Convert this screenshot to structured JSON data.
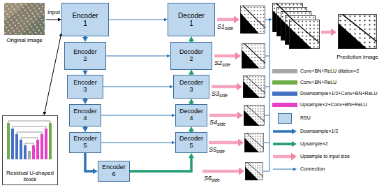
{
  "diagram": {
    "nodes": [
      {
        "text": [
          "Original image"
        ]
      },
      {
        "text": [
          "Encoder 1"
        ]
      },
      {
        "text": [
          "Encoder 2"
        ]
      },
      {
        "text": [
          "Encoder 3"
        ]
      },
      {
        "text": [
          "Encoder 4"
        ]
      },
      {
        "text": [
          "Encoder 5"
        ]
      },
      {
        "text": [
          "Encoder 6"
        ]
      },
      {
        "text": [
          "Decoder 1"
        ]
      },
      {
        "text": [
          "Decoder 2"
        ]
      },
      {
        "text": [
          "Decoder 3"
        ]
      },
      {
        "text": [
          "Decoder 4"
        ]
      },
      {
        "text": [
          "Decoder 5"
        ]
      },
      {
        "text": [
          "Prediction image"
        ]
      },
      {
        "text": [
          "Residual U-shaped block"
        ]
      }
    ],
    "edges": [
      {
        "from": 0,
        "to": 1,
        "arrow": "to",
        "label": "Input"
      },
      {
        "from": 1,
        "to": 2,
        "arrow": "to"
      },
      {
        "from": 2,
        "to": 3,
        "arrow": "to"
      },
      {
        "from": 3,
        "to": 4,
        "arrow": "to"
      },
      {
        "from": 4,
        "to": 5,
        "arrow": "to"
      },
      {
        "from": 5,
        "to": 6,
        "arrow": "to"
      },
      {
        "from": 6,
        "to": 11,
        "arrow": "to"
      },
      {
        "from": 11,
        "to": 10,
        "arrow": "to"
      },
      {
        "from": 10,
        "to": 9,
        "arrow": "to"
      },
      {
        "from": 9,
        "to": 8,
        "arrow": "to"
      },
      {
        "from": 8,
        "to": 7,
        "arrow": "to"
      },
      {
        "from": 1,
        "to": 7,
        "arrow": "to"
      },
      {
        "from": 2,
        "to": 8,
        "arrow": "to"
      },
      {
        "from": 3,
        "to": 9,
        "arrow": "to"
      },
      {
        "from": 4,
        "to": 10,
        "arrow": "to"
      },
      {
        "from": 5,
        "to": 11,
        "arrow": "to"
      },
      {
        "from": 13,
        "to": 1,
        "arrow": "both"
      }
    ],
    "labels": [
      "S1side",
      "S2side",
      "S3side",
      "S4side",
      "S5side",
      "S6side"
    ],
    "legend": [
      {
        "text": "Conv+BN+ReLU dilation=2",
        "color": "#a6a6a6"
      },
      {
        "text": "Conv+BN+ReLU",
        "color": "#70ad47"
      },
      {
        "text": "Downsample×1/2+Conv+BN+ReLU",
        "color": "#4472c4"
      },
      {
        "text": "Upsample×2+Conv+BN+ReLU",
        "color": "#e83fc8"
      },
      {
        "text": "RSU",
        "color": "#bdd7ee"
      },
      {
        "text": "Downsample×1/2"
      },
      {
        "text": "Upsample×2"
      },
      {
        "text": "Upsample to input size"
      },
      {
        "text": "Connection"
      }
    ]
  }
}
